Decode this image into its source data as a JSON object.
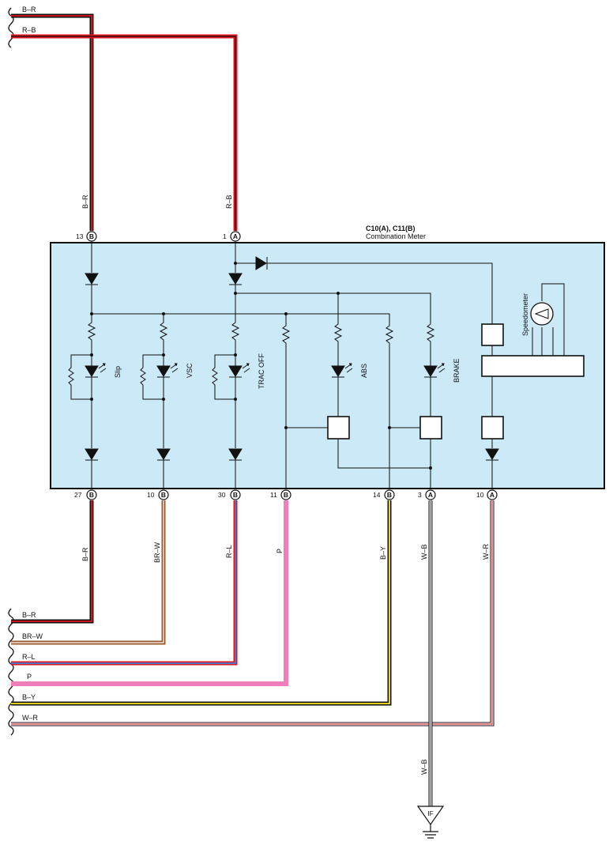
{
  "component": {
    "id": "C10(A), C11(B)",
    "name": "Combination Meter"
  },
  "connectors": {
    "a": "A",
    "b": "B"
  },
  "top_wires": [
    {
      "label": "B–R",
      "vlabel": "B–R",
      "pin": "13",
      "conn": "B",
      "colors": [
        "#111111",
        "#e0141e"
      ]
    },
    {
      "label": "R–B",
      "vlabel": "R–B",
      "pin": "1",
      "conn": "A",
      "colors": [
        "#e0141e",
        "#111111"
      ]
    }
  ],
  "bottom_wires": [
    {
      "label": "B–R",
      "vlabel": "B–R",
      "pin": "27",
      "conn": "B",
      "colors": [
        "#111111",
        "#e0141e"
      ]
    },
    {
      "label": "BR–W",
      "vlabel": "BR–W",
      "pin": "10",
      "conn": "B",
      "colors": [
        "#9b5a2e",
        "#ffffff"
      ]
    },
    {
      "label": "R–L",
      "vlabel": "R–L",
      "pin": "30",
      "conn": "B",
      "colors": [
        "#e0141e",
        "#3d7fd6"
      ]
    },
    {
      "label": "P",
      "vlabel": "P",
      "pin": "11",
      "conn": "B",
      "colors": [
        "#f07fb9"
      ]
    },
    {
      "label": "B–Y",
      "vlabel": "B–Y",
      "pin": "14",
      "conn": "B",
      "colors": [
        "#111111",
        "#ffe81a"
      ]
    },
    {
      "label": "W–B",
      "vlabel": "W–B",
      "pin": "3",
      "conn": "A",
      "colors": [
        "#ffffff",
        "#111111"
      ]
    },
    {
      "label": "W–R",
      "vlabel": "W–R",
      "pin": "10",
      "conn": "A",
      "colors": [
        "#ffffff",
        "#e0141e"
      ]
    }
  ],
  "indicators": [
    "Slip",
    "VSC",
    "TRAC OFF",
    "ABS",
    "BRAKE"
  ],
  "gauge": "Speedometer",
  "ground": {
    "label": "IF",
    "wire": "W–B"
  },
  "colors": {
    "meter_fill": "#cce9f8",
    "black": "#111111",
    "red": "#e0141e",
    "brown": "#9b5a2e",
    "blue": "#3d7fd6",
    "pink": "#f07fb9",
    "yellow": "#ffe81a"
  }
}
